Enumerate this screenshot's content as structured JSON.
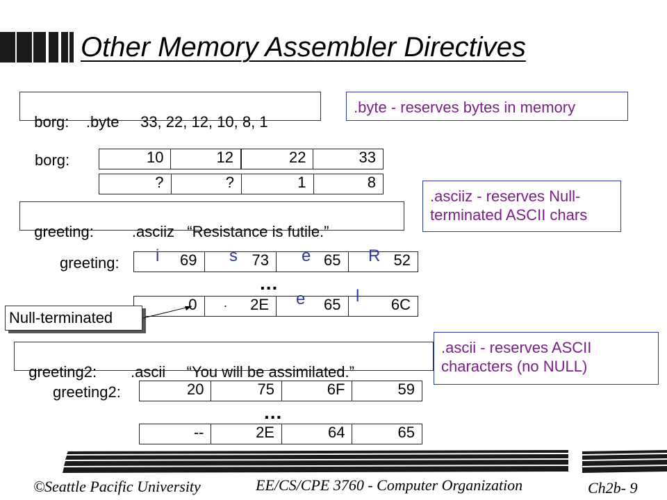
{
  "title": "Other Memory Assembler Directives",
  "row1": {
    "code": "borg:    .byte     33, 22, 12, 10, 8, 1",
    "note": ".byte - reserves bytes in memory"
  },
  "borg_mem": {
    "label": "borg:",
    "row_a": [
      "10",
      "12",
      "22",
      "33"
    ],
    "row_b": [
      "?",
      "?",
      "1",
      "8"
    ]
  },
  "asciiz_note": ".asciiz - reserves Null-terminated ASCII chars",
  "greeting": {
    "code": "greeting:         .asciiz   “Resistance is futile.”",
    "label": "greeting:",
    "row_a": [
      "69",
      "73",
      "65",
      "52"
    ],
    "row_a_chars": [
      "i",
      "s",
      "e",
      "R"
    ],
    "ellipsis": "...",
    "row_b": [
      "0",
      "2E",
      "65",
      "6C"
    ],
    "row_b_chars": [
      ".",
      "e",
      "l"
    ]
  },
  "null_label": "Null-terminated",
  "greeting2": {
    "code": "greeting2:        .ascii     “You will be assimilated.”",
    "label": "greeting2:",
    "row_a": [
      "20",
      "75",
      "6F",
      "59"
    ],
    "ellipsis": "...",
    "row_b": [
      "--",
      "2E",
      "64",
      "65"
    ]
  },
  "ascii_note": ".ascii - reserves ASCII characters (no NULL)",
  "footer": {
    "symbol": "©",
    "school": "Seattle  Pacific University",
    "course": "EE/CS/CPE 3760 - Computer Organization",
    "slide": "Ch2b- 9"
  },
  "colors": {
    "note_text": "#7a1f87",
    "note_border": "#2b3aa0",
    "annotation": "#2b3aa0"
  }
}
